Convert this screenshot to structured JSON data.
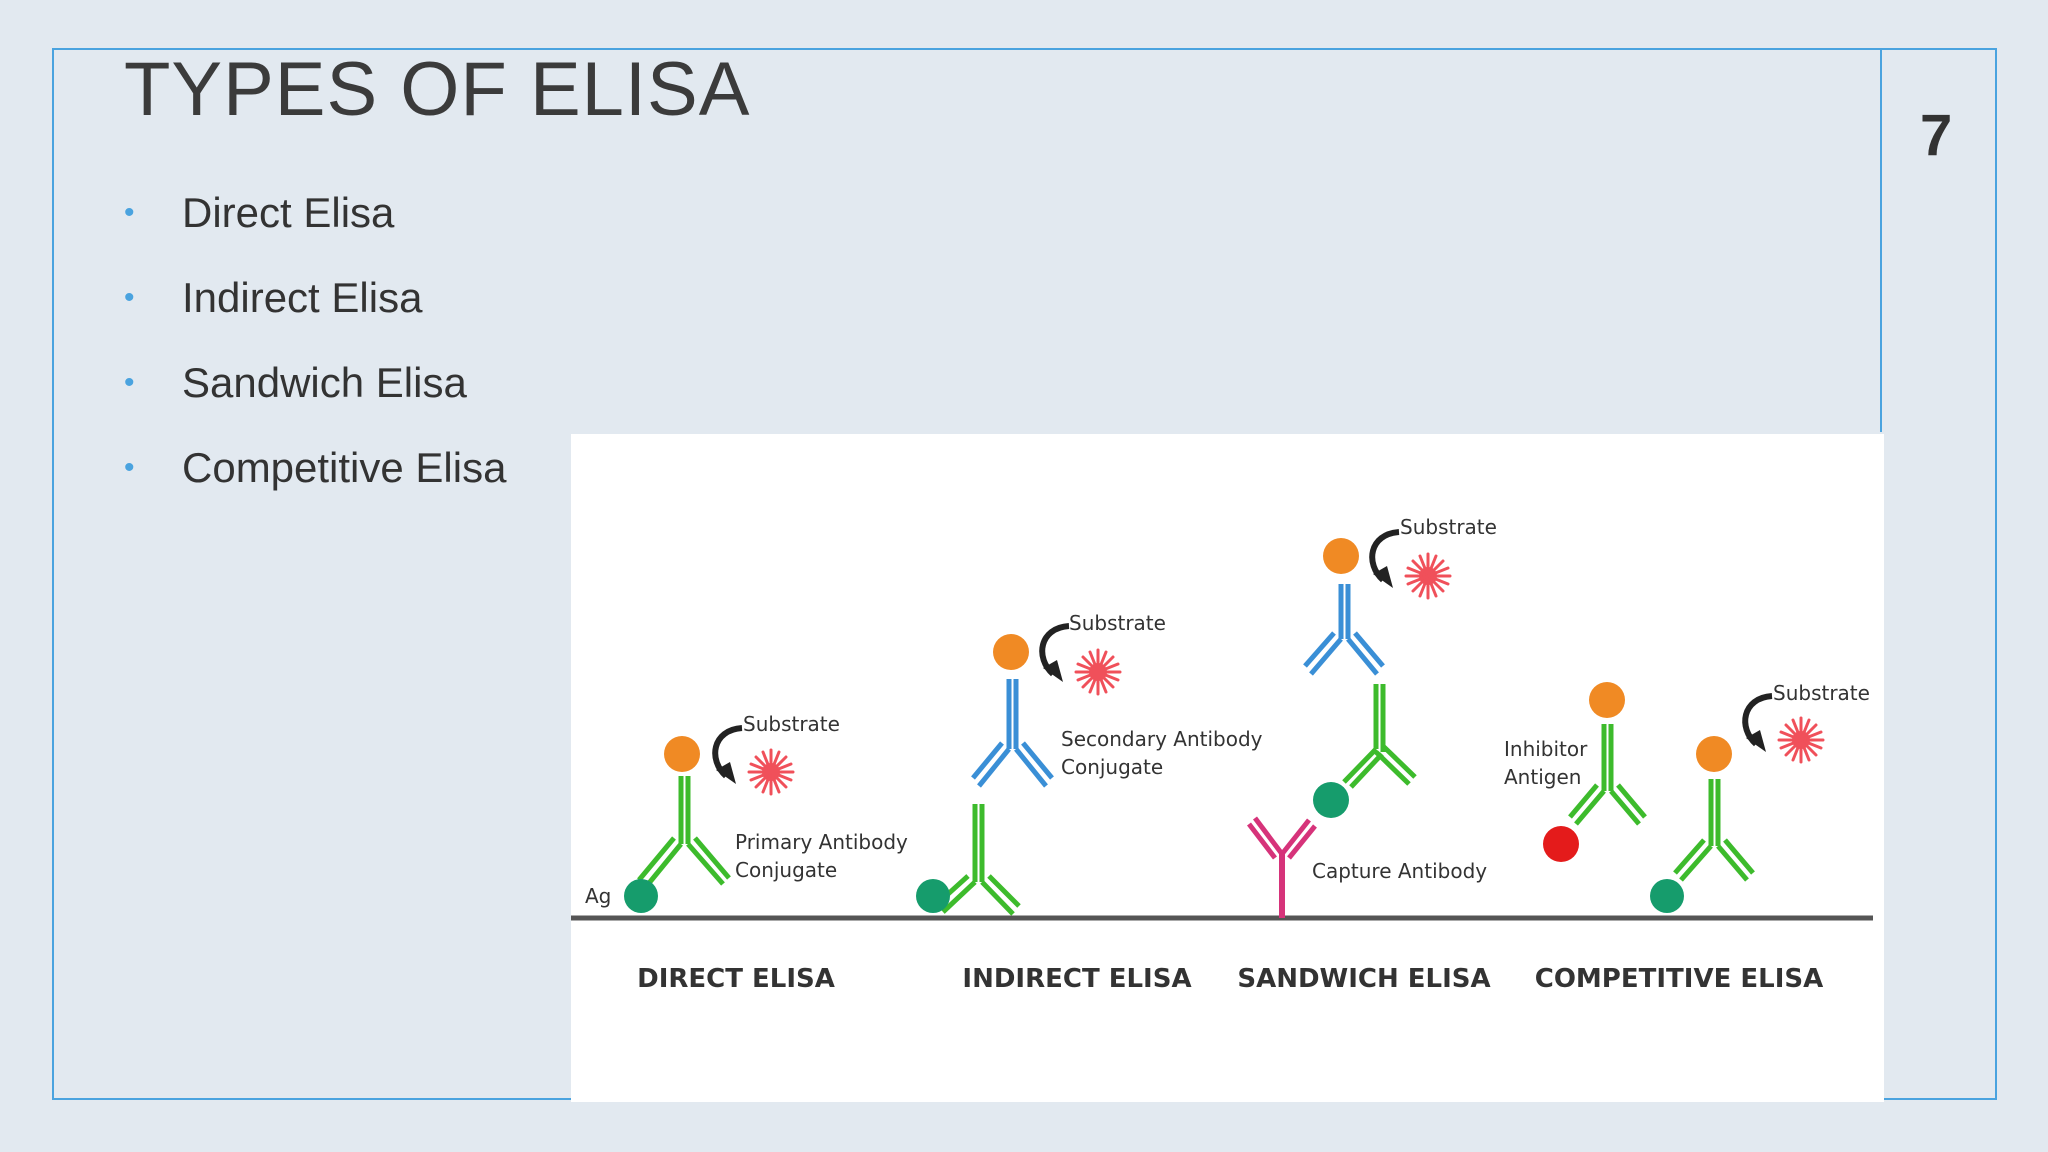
{
  "title": "TYPES OF ELISA",
  "page_number": "7",
  "bullets": [
    "Direct Elisa",
    "Indirect  Elisa",
    "Sandwich Elisa",
    "Competitive Elisa"
  ],
  "figure": {
    "labels": {
      "substrate": "Substrate",
      "primary_antibody": "Primary Antibody",
      "conjugate": "Conjugate",
      "secondary_antibody": "Secondary Antibody",
      "capture_antibody": "Capture Antibody",
      "inhibitor": "Inhibitor",
      "antigen": "Antigen",
      "ag": "Ag"
    },
    "captions": [
      "DIRECT ELISA",
      "INDIRECT ELISA",
      "SANDWICH ELISA",
      "COMPETITIVE ELISA"
    ]
  },
  "colors": {
    "accent": "#4aa3df",
    "antibody_green": "#3dbb2c",
    "antibody_blue": "#3a8fd6",
    "capture_pink": "#d6337a",
    "enzyme_orange": "#f08a24",
    "antigen_green": "#169c6c",
    "inhibitor_red": "#e41b1b",
    "substrate_red": "#f0505a"
  }
}
